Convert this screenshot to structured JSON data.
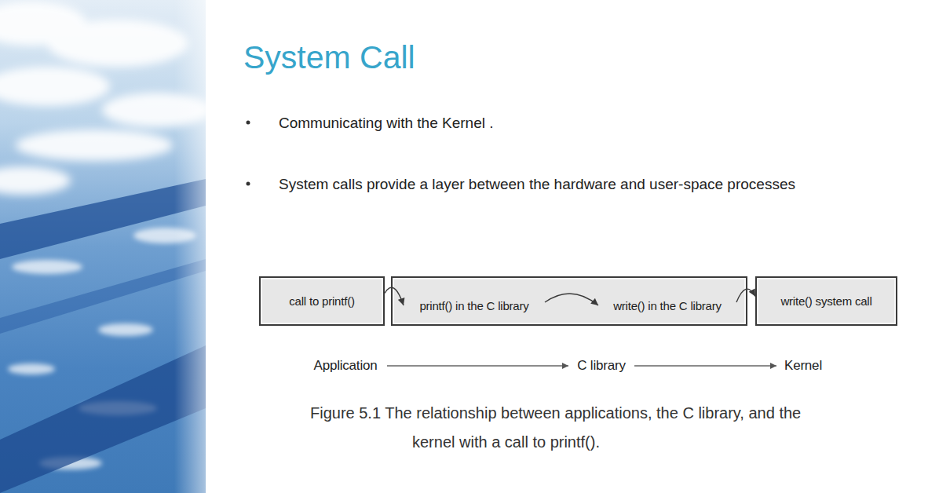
{
  "diagram": {
    "title": "System Call",
    "caption": "Figure 5.1 The relationship between applications, the C library, and the kernel with a call to printf().",
    "nodes": [
      {
        "text": [
          "call to printf()"
        ]
      },
      {
        "text": []
      },
      {
        "text": [
          "printf() in the C library"
        ],
        "in": 1
      },
      {
        "text": [
          "write() in the C library"
        ],
        "in": 1
      },
      {
        "text": [
          "write() system call"
        ]
      },
      {
        "text": [
          "Application"
        ]
      },
      {
        "text": [
          "C library"
        ]
      },
      {
        "text": [
          "Kernel"
        ]
      }
    ],
    "edges": [
      {
        "from": 0,
        "to": 2,
        "arrow": "to"
      },
      {
        "from": 2,
        "to": 3,
        "arrow": "to"
      },
      {
        "from": 3,
        "to": 4,
        "arrow": "to"
      },
      {
        "from": 5,
        "to": 6,
        "arrow": "to"
      },
      {
        "from": 6,
        "to": 7,
        "arrow": "to"
      }
    ],
    "labels": [
      "Communicating with the Kernel .",
      "System calls provide a layer between the hardware and user-space processes"
    ]
  }
}
